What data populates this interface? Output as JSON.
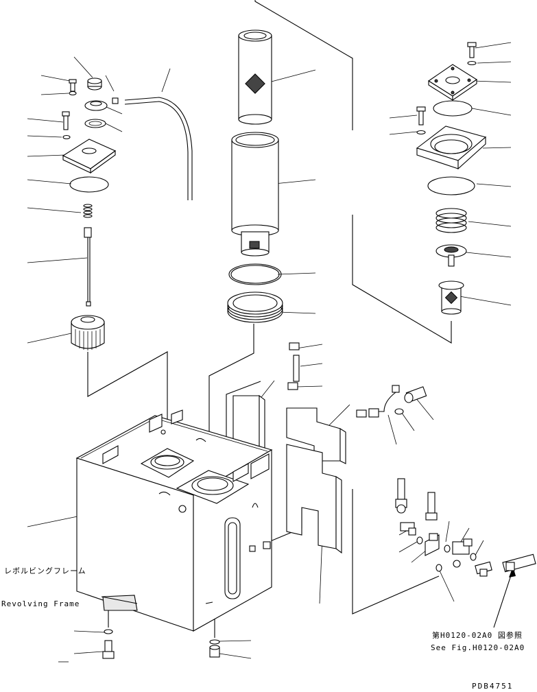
{
  "labels": {
    "frame_jp": "レボルビングフレーム",
    "frame_en": "Revolving Frame",
    "ref_jp": "第H0120-02A0 図参照",
    "ref_en": "See Fig.H0120-02A0",
    "drawing_id": "PDB4751"
  }
}
